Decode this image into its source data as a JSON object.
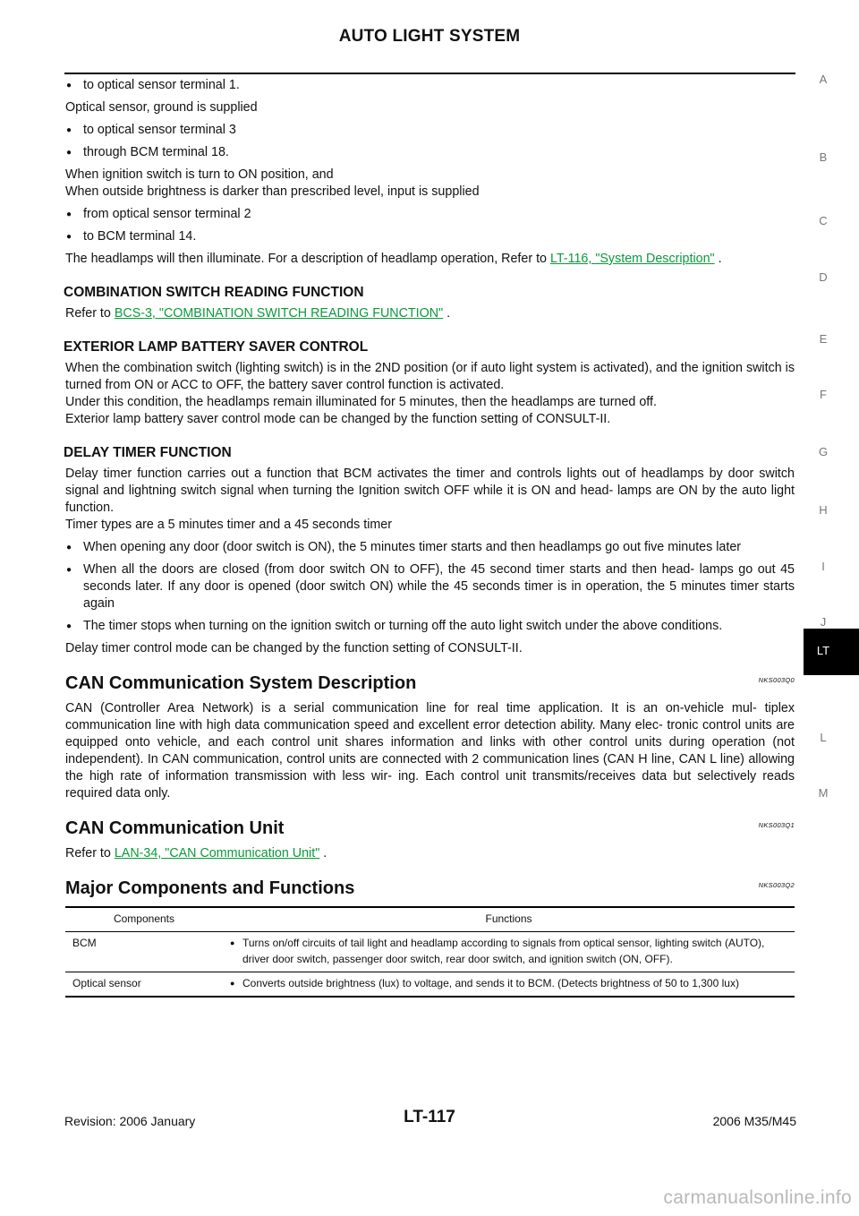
{
  "header": {
    "title": "AUTO LIGHT SYSTEM"
  },
  "intro": {
    "b1": "to optical sensor terminal 1.",
    "p1": "Optical sensor, ground is supplied",
    "b2": "to optical sensor terminal 3",
    "b3": "through BCM terminal 18.",
    "p2a": "When ignition switch is turn to ON position, and",
    "p2b": "When outside brightness is darker than prescribed level, input is supplied",
    "b4": "from optical sensor terminal 2",
    "b5": "to BCM terminal 14.",
    "p3": "The headlamps will then illuminate. For a description of headlamp operation, Refer to ",
    "p3_link": "LT-116, \"System Description\"",
    "p3_end": " ."
  },
  "combo": {
    "heading": "COMBINATION SWITCH READING FUNCTION",
    "pre": "Refer to ",
    "link": "BCS-3, \"COMBINATION SWITCH READING FUNCTION\"",
    "post": " ."
  },
  "saver": {
    "heading": "EXTERIOR LAMP BATTERY SAVER CONTROL",
    "p1": "When the combination switch (lighting switch) is in the 2ND position (or if auto light system is activated), and the ignition switch is turned from ON or ACC to OFF, the battery saver control function is activated.",
    "p2": "Under this condition, the headlamps remain illuminated for 5 minutes, then the headlamps are turned off.",
    "p3": "Exterior lamp battery saver control mode can be changed by the function setting of CONSULT-II."
  },
  "delay": {
    "heading": "DELAY TIMER FUNCTION",
    "p1": "Delay timer function carries out a function that BCM activates the timer and controls lights out of headlamps by door switch signal and lightning switch signal when turning the Ignition switch OFF while it is ON and head- lamps are ON by the auto light function.",
    "p2": "Timer types are a 5 minutes timer and a 45 seconds timer",
    "b1": "When opening any door (door switch is ON), the 5 minutes timer starts and then headlamps go out five minutes later",
    "b2": "When all the doors are closed (from door switch ON to OFF), the 45 second timer starts and then head- lamps go out 45 seconds later. If any door is opened (door switch ON) while the 45 seconds timer is in operation, the 5 minutes timer starts again",
    "b3": "The timer stops when turning on the ignition switch or turning off the auto light switch under the above conditions.",
    "p3": "Delay timer control mode can be changed by the function setting of CONSULT-II."
  },
  "can_desc": {
    "heading": "CAN Communication System Description",
    "code": "NKS003Q0",
    "p1": "CAN (Controller Area Network) is a serial communication line for real time application. It is an on-vehicle mul- tiplex communication line with high data communication speed and excellent error detection ability. Many elec- tronic control units are equipped onto vehicle, and each control unit shares information and links with other control units during operation (not independent). In CAN communication, control units are connected with 2 communication lines (CAN H line, CAN L line) allowing the high rate of information transmission with less wir- ing. Each control unit transmits/receives data but selectively reads required data only."
  },
  "can_unit": {
    "heading": "CAN Communication Unit",
    "code": "NKS003Q1",
    "pre": "Refer to ",
    "link": "LAN-34, \"CAN Communication Unit\"",
    "post": " ."
  },
  "major": {
    "heading": "Major Components and Functions",
    "code": "NKS003Q2",
    "col1": "Components",
    "col2": "Functions",
    "rows": [
      {
        "component": "BCM",
        "function": "Turns on/off circuits of tail light and headlamp according to signals from optical sensor, lighting switch (AUTO), driver door switch, passenger door switch, rear door switch, and ignition switch (ON, OFF)."
      },
      {
        "component": "Optical sensor",
        "function": "Converts outside brightness (lux) to voltage, and sends it to BCM. (Detects brightness of 50 to 1,300 lux)"
      }
    ]
  },
  "side_tabs": [
    "A",
    "B",
    "C",
    "D",
    "E",
    "F",
    "G",
    "H",
    "I",
    "J",
    "LT",
    "L",
    "M"
  ],
  "footer": {
    "revision": "Revision: 2006 January",
    "page": "LT-117",
    "model": "2006 M35/M45"
  },
  "watermark": "carmanualsonline.info"
}
